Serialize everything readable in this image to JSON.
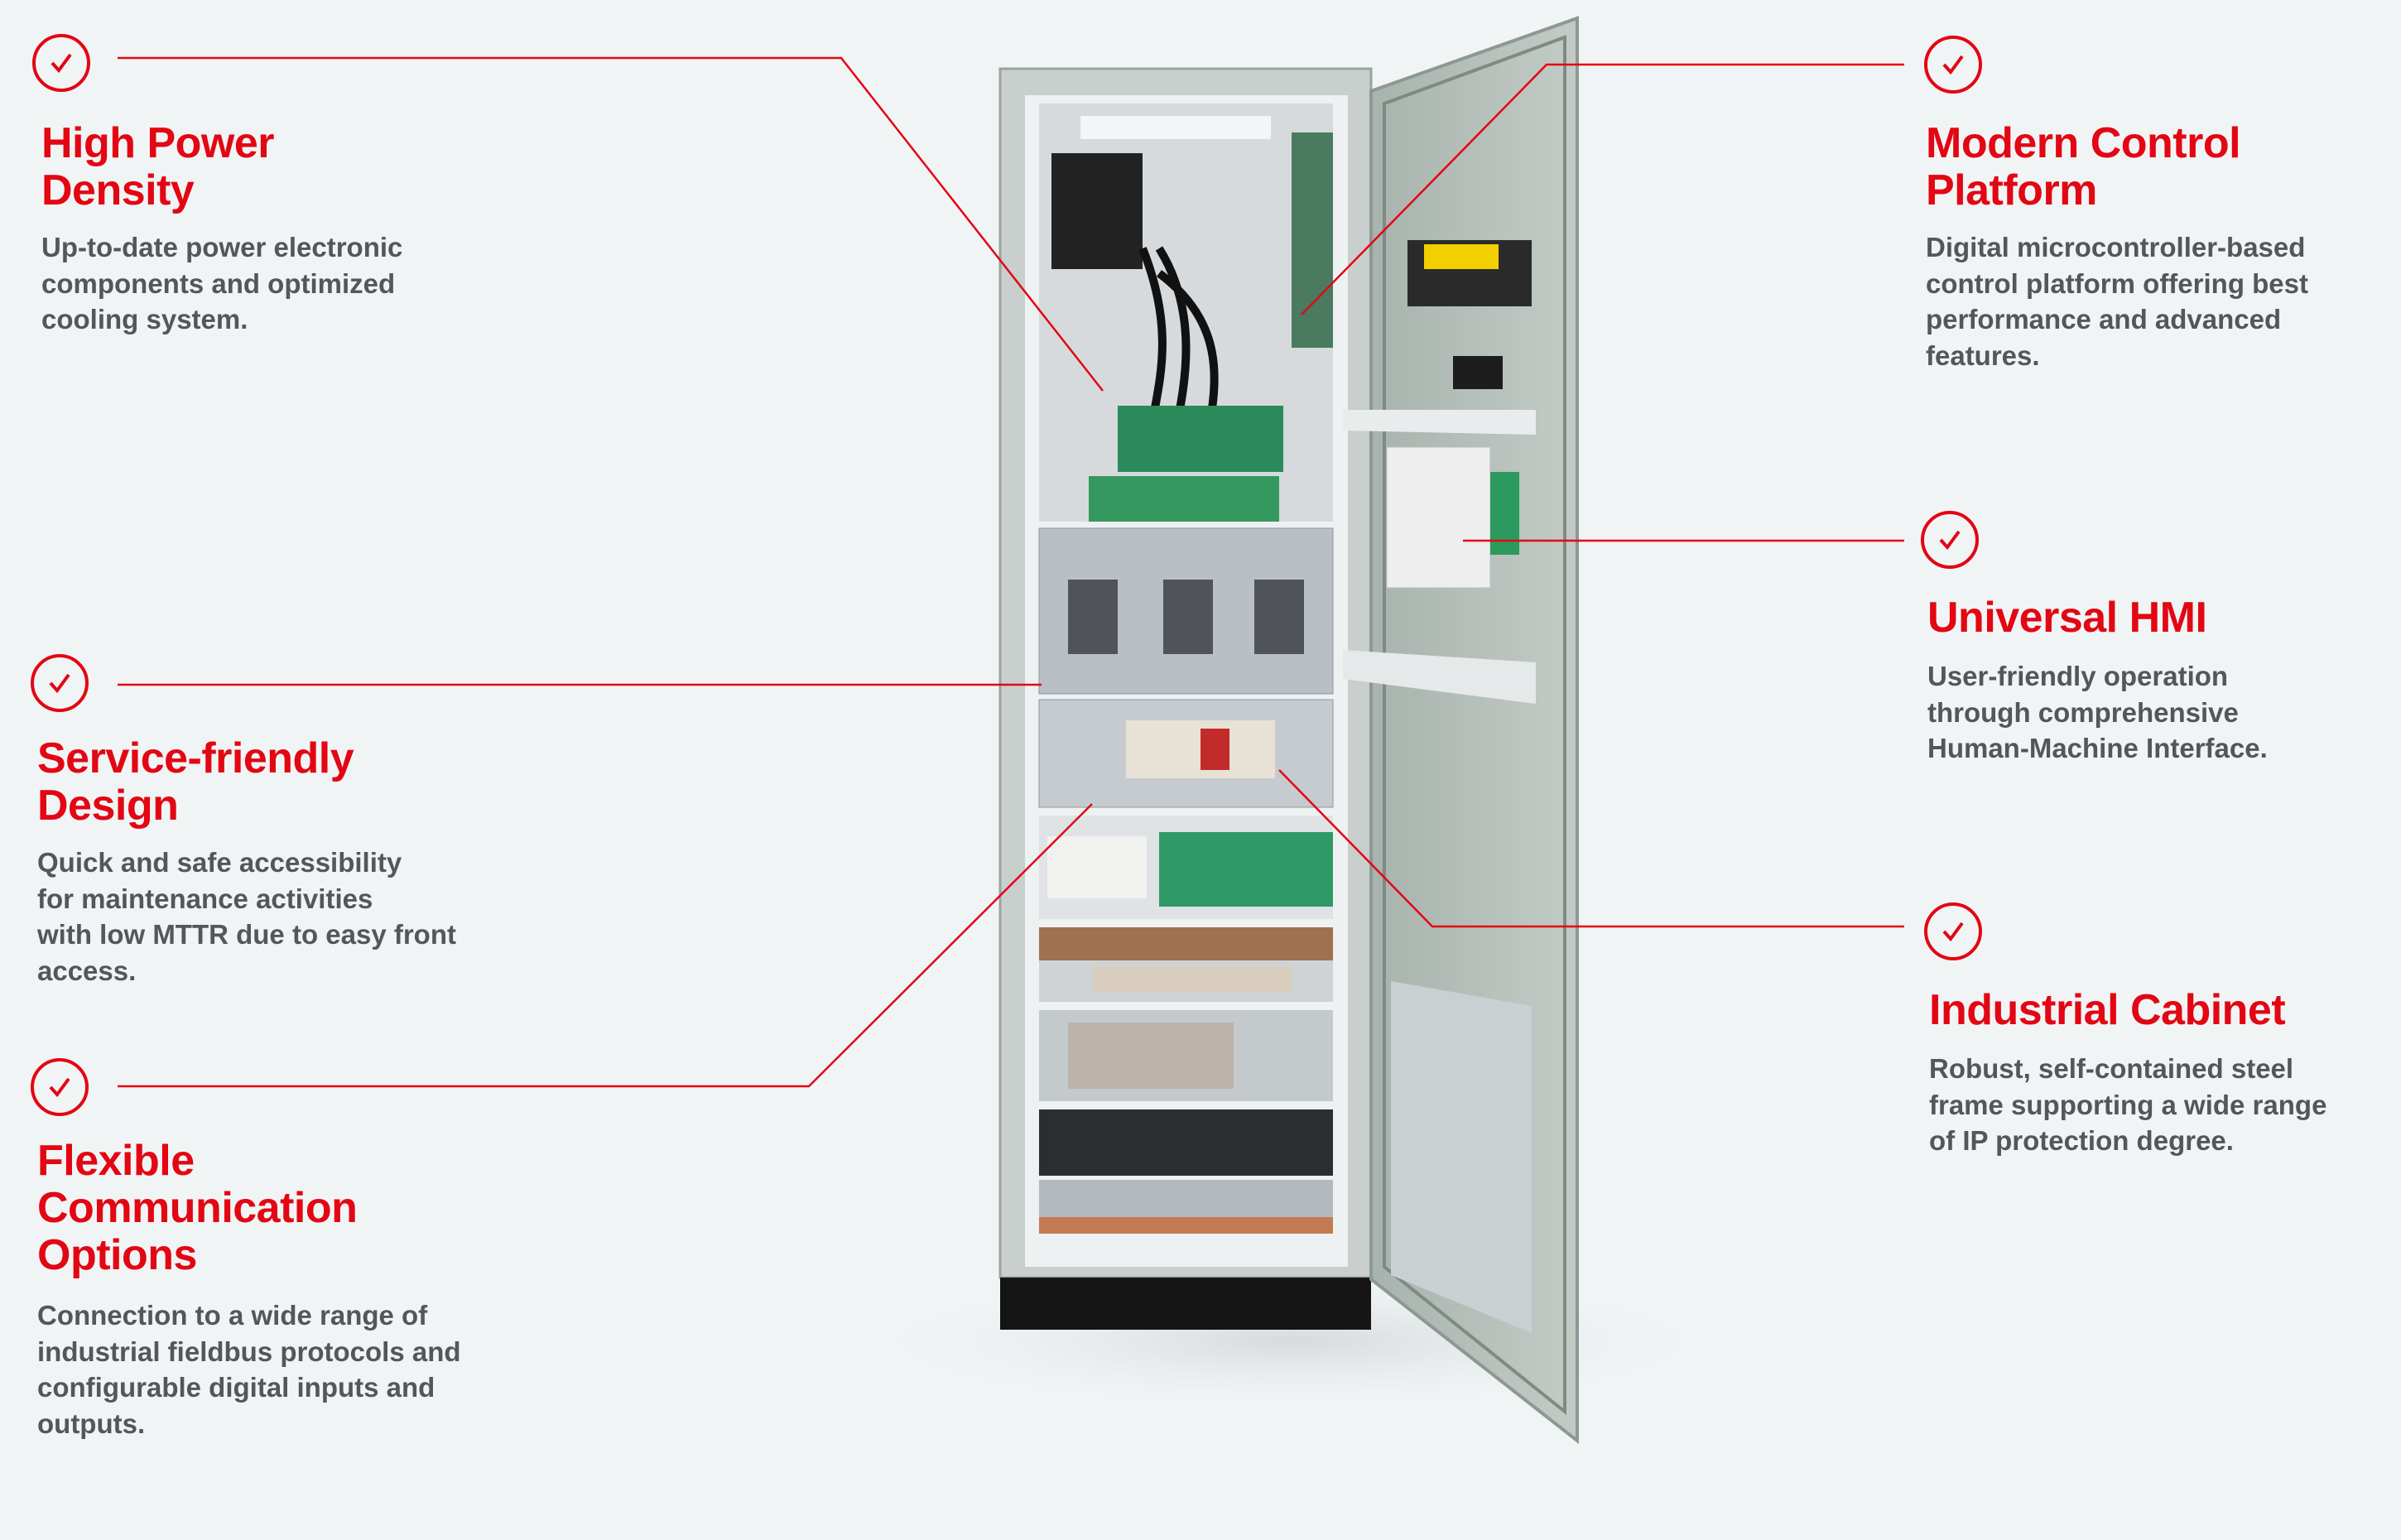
{
  "colors": {
    "accent": "#e30613",
    "text": "#55565a",
    "background": "#f1f4f5"
  },
  "features": [
    {
      "id": "high-power-density",
      "icon": "check-circle-icon",
      "title_lines": [
        "High Power",
        "Density"
      ],
      "body_lines": [
        "Up-to-date power electronic",
        "components and optimized",
        "cooling system."
      ]
    },
    {
      "id": "service-friendly-design",
      "icon": "check-circle-icon",
      "title_lines": [
        "Service-friendly",
        "Design"
      ],
      "body_lines": [
        "Quick and safe accessibility",
        "for maintenance activities",
        "with low MTTR due to easy front",
        "access."
      ]
    },
    {
      "id": "flexible-communication-options",
      "icon": "check-circle-icon",
      "title_lines": [
        "Flexible",
        "Communication",
        "Options"
      ],
      "body_lines": [
        "Connection to a wide range of",
        "industrial fieldbus protocols and",
        "configurable digital inputs and",
        "outputs."
      ]
    },
    {
      "id": "modern-control-platform",
      "icon": "check-circle-icon",
      "title_lines": [
        "Modern Control",
        "Platform"
      ],
      "body_lines": [
        "Digital microcontroller-based",
        "control platform offering best",
        "performance and advanced",
        "features."
      ]
    },
    {
      "id": "universal-hmi",
      "icon": "check-circle-icon",
      "title_lines": [
        "Universal HMI"
      ],
      "body_lines": [
        "User-friendly operation",
        "through comprehensive",
        "Human-Machine Interface."
      ]
    },
    {
      "id": "industrial-cabinet",
      "icon": "check-circle-icon",
      "title_lines": [
        "Industrial Cabinet"
      ],
      "body_lines": [
        "Robust, self-contained steel",
        "frame supporting a wide range",
        "of IP protection degree."
      ]
    }
  ]
}
